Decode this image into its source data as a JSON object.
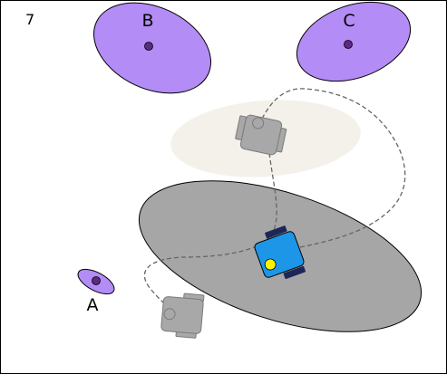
{
  "frame": {
    "number": "7"
  },
  "landmarks": [
    {
      "id": "A",
      "label": "A"
    },
    {
      "id": "B",
      "label": "B"
    },
    {
      "id": "C",
      "label": "C"
    }
  ],
  "colors": {
    "landmark_fill": "#b48cf5",
    "landmark_stroke": "#000000",
    "landmark_dot": "#5b2a86",
    "current_uncertainty": "#a6a6a6",
    "past_uncertainty": "#f3f1ea",
    "ghost_robot": "#a8a8a8",
    "robot_body": "#1e96e8",
    "robot_wheels": "#1d2757",
    "robot_sensor": "#fff200",
    "trajectory": "#666666"
  },
  "icons": {
    "current_robot": "robot-icon",
    "ghost_robot": "robot-ghost-icon",
    "landmark": "landmark-marker"
  }
}
